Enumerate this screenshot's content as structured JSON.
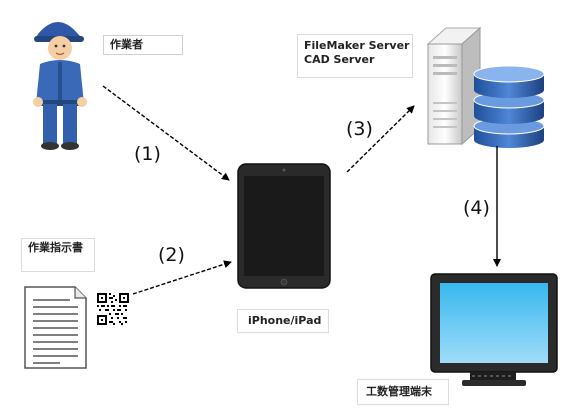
{
  "labels": {
    "worker": "作業者",
    "servers_line1": "FileMaker Server",
    "servers_line2": "CAD Server",
    "work_order": "作業指示書",
    "device": "iPhone/iPad",
    "terminal": "工数管理端末"
  },
  "steps": [
    "(1)",
    "(2)",
    "(3)",
    "(4)"
  ],
  "icons": [
    "worker-icon",
    "document-icon",
    "qr-code-icon",
    "tablet-icon",
    "server-icon",
    "database-icon",
    "monitor-icon"
  ]
}
